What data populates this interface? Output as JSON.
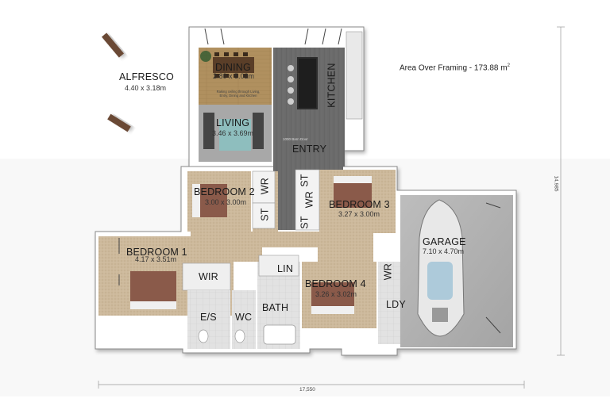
{
  "area": {
    "label": "Area Over Framing - 173.88 m",
    "unit_sup": "2"
  },
  "overall": {
    "width": "17,550",
    "depth": "14,985"
  },
  "rooms": {
    "alfresco": {
      "name": "ALFRESCO",
      "size": "4.40 x 3.18m"
    },
    "dining": {
      "name": "DINING",
      "size": "2.80 x 5.02m"
    },
    "ceiling_note": "Raking ceiling through Living, Entry, Dining and Kitchen",
    "living": {
      "name": "LIVING",
      "size": "3.46 x 3.69m"
    },
    "kitchen": {
      "name": "KITCHEN"
    },
    "barn_door": "1000 Barn Door",
    "entry": {
      "name": "ENTRY"
    },
    "bedroom2": {
      "name": "BEDROOM 2",
      "size": "3.00 x 3.00m"
    },
    "wr_bed2": "WR",
    "st_left": "ST",
    "st_mid": "ST",
    "wr_mid": "WR",
    "st_right": "ST",
    "bedroom3": {
      "name": "BEDROOM 3",
      "size": "3.27 x 3.00m"
    },
    "garage": {
      "name": "GARAGE",
      "size": "7.10 x 4.70m"
    },
    "bedroom1": {
      "name": "BEDROOM 1",
      "size": "4.17 x 3.51m"
    },
    "wir": "WIR",
    "lin": "LIN",
    "bedroom4": {
      "name": "BEDROOM 4",
      "size": "3.26 x 3.02m"
    },
    "wr_garage": "WR",
    "ldy": "LDY",
    "es": "E/S",
    "wc": "WC",
    "bath": "BATH"
  },
  "colors": {
    "wall": "#ffffff",
    "wall_shadow": "#9a9a9a",
    "carpet": "#cbb79a",
    "timber_floor": "#6d6d6d",
    "tile": "#dcdcdc",
    "garage_floor": "#b5b5b5",
    "dining_floor": "#a88a5c",
    "lawn_shadow": "#e8e8e8"
  }
}
